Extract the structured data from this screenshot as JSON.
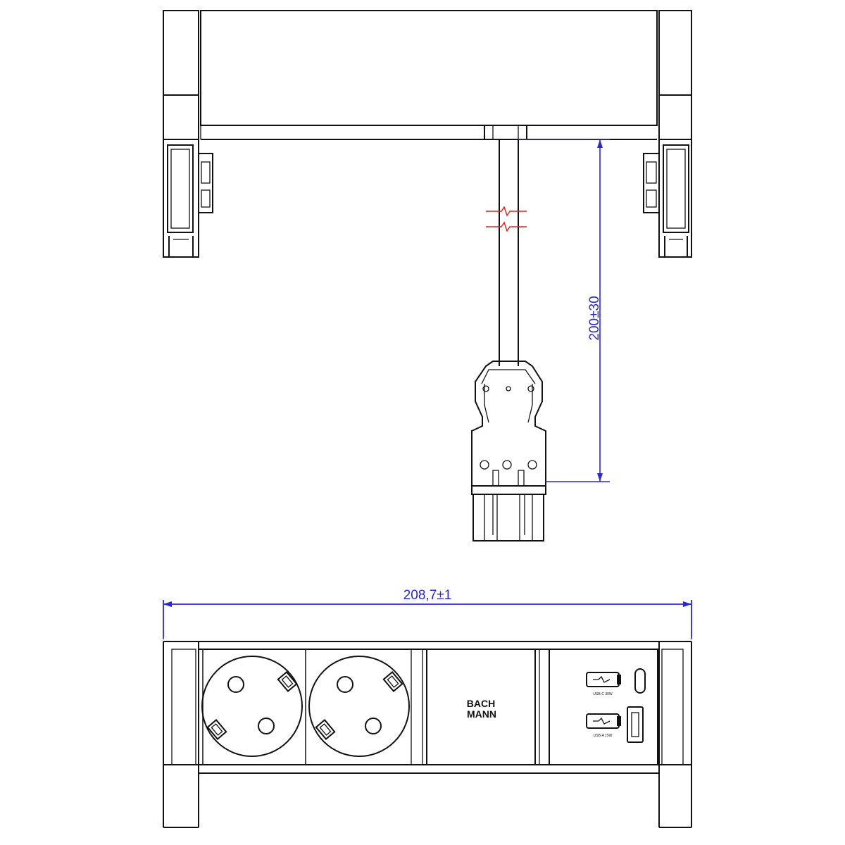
{
  "dimensions": {
    "cable_length": "200±30",
    "unit_width": "208,7±1"
  },
  "branding": {
    "logo_line1": "BACH",
    "logo_line2": "MANN"
  },
  "usb": {
    "port_c_label": "USB-C 30W",
    "port_a_label": "USB-A 15W"
  },
  "colors": {
    "outline": "#111111",
    "dimension": "#2a2ad0",
    "cable_break": "#e02020"
  }
}
